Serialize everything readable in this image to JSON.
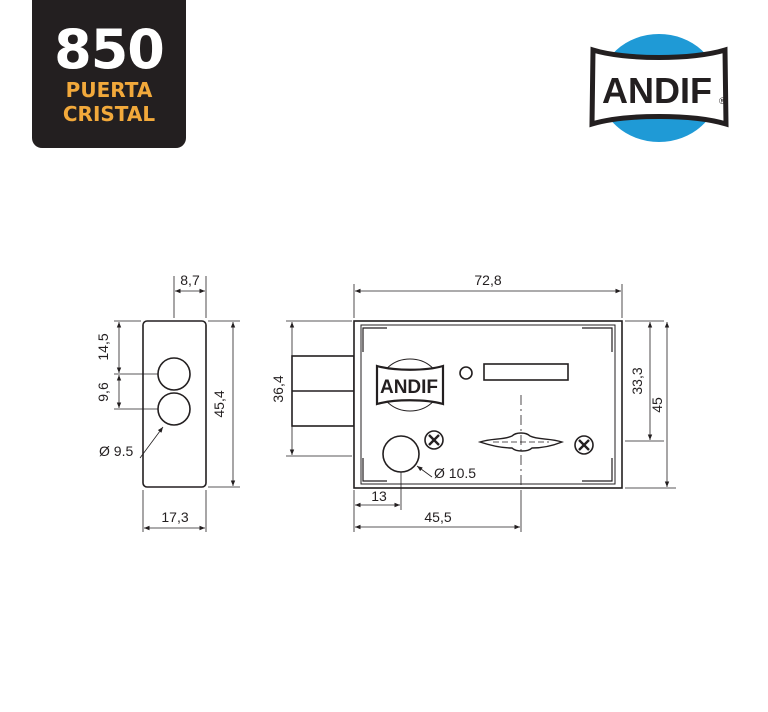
{
  "badge": {
    "model": "850",
    "line1": "PUERTA",
    "line2": "CRISTAL",
    "bg_color": "#231f20",
    "accent_color": "#f2a93b"
  },
  "brand": {
    "name": "ANDIF",
    "mark": "®",
    "blue": "#1f9ad6"
  },
  "side_view": {
    "width_top": "8,7",
    "width_bottom": "17,3",
    "offset_top": "14,5",
    "spacing": "9,6",
    "height": "45,4",
    "hole_diameter": "Ø 9.5"
  },
  "front_view": {
    "overall_width": "72,8",
    "bolt_height": "36,4",
    "inner_height": "33,3",
    "overall_height": "45",
    "hole_diameter": "Ø 10.5",
    "hole_offset": "13",
    "backset": "45,5",
    "logo_name": "ANDIF"
  }
}
